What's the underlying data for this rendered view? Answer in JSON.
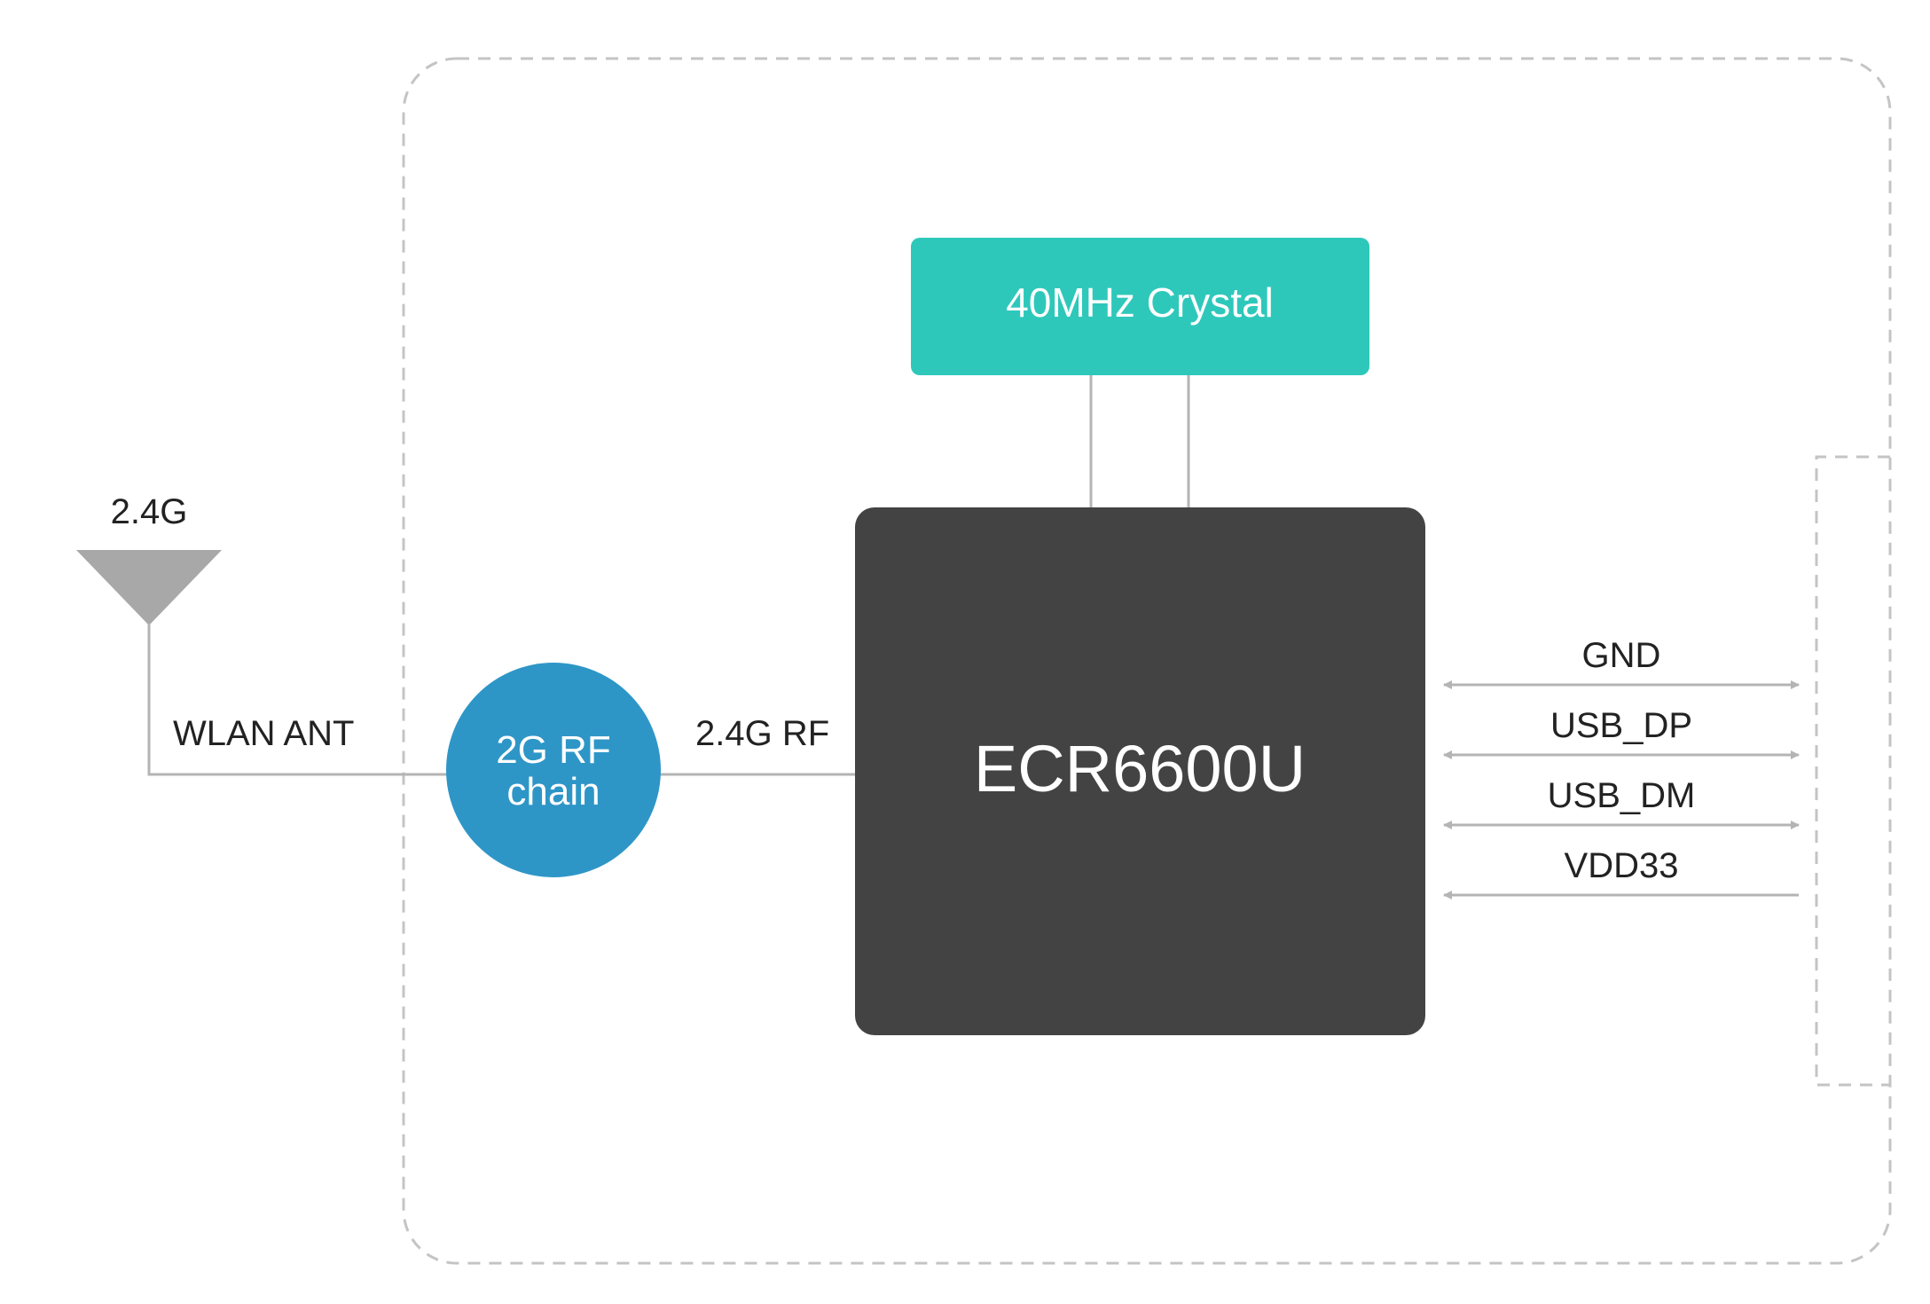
{
  "antenna": {
    "band_label": "2.4G",
    "line_label": "WLAN ANT"
  },
  "rf_chain": {
    "line1": "2G RF",
    "line2": "chain",
    "output_label": "2.4G RF"
  },
  "crystal": {
    "label": "40MHz Crystal"
  },
  "chip": {
    "label": "ECR6600U"
  },
  "signals": [
    {
      "label": "GND",
      "direction": "bidirectional"
    },
    {
      "label": "USB_DP",
      "direction": "bidirectional"
    },
    {
      "label": "USB_DM",
      "direction": "bidirectional"
    },
    {
      "label": "VDD33",
      "direction": "input"
    }
  ],
  "colors": {
    "chip": "#434343",
    "crystal": "#2ec8bb",
    "rf_chain": "#2e96c7",
    "antenna": "#a8a8a8",
    "lines": "#b4b4b4",
    "dashed_border": "#c4c4c4"
  }
}
